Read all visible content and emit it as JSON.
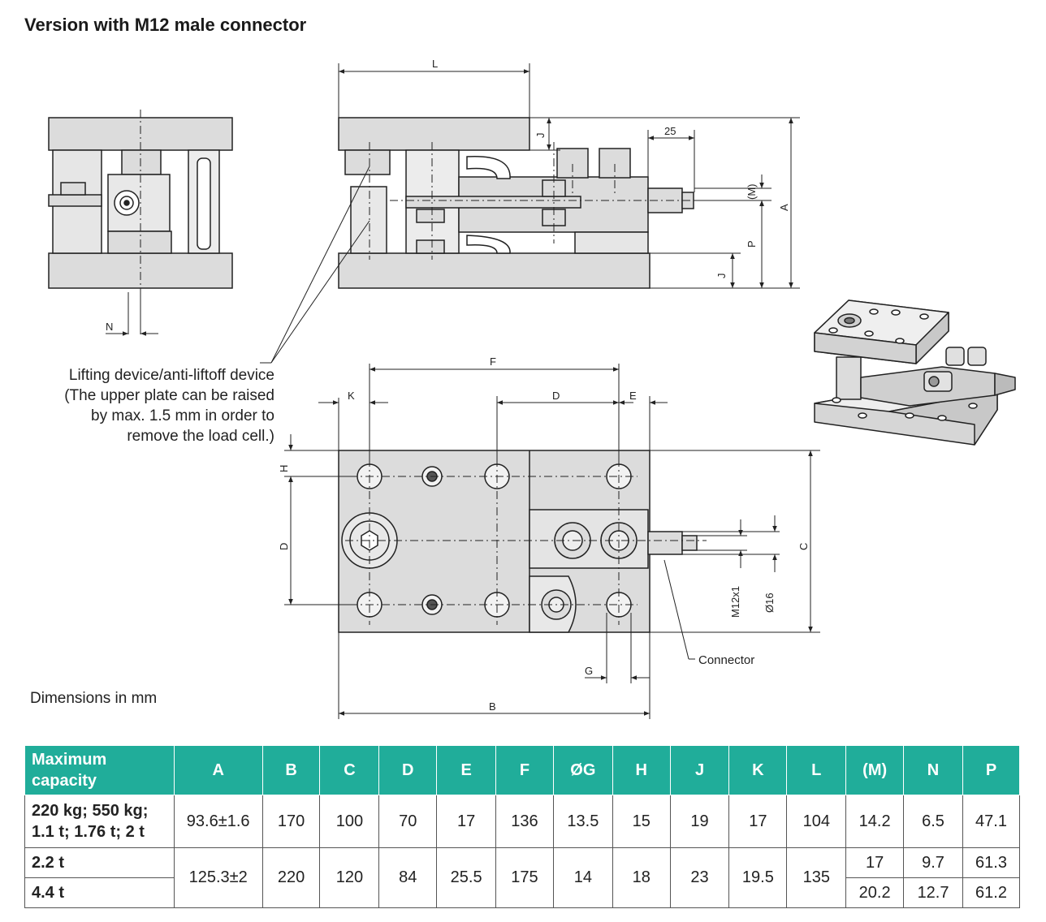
{
  "title": "Version with M12 male connector",
  "note_lines": [
    "Lifting device/anti-liftoff device",
    "(The upper plate can be raised",
    "by max. 1.5 mm in order to",
    "remove the load cell.)"
  ],
  "dims_note": "Dimensions in mm",
  "connector_label": "Connector",
  "dim_labels": {
    "L": "L",
    "J": "J",
    "d25": "25",
    "M": "(M)",
    "A": "A",
    "P": "P",
    "N": "N",
    "F": "F",
    "K": "K",
    "D": "D",
    "E": "E",
    "H": "H",
    "C": "C",
    "G": "G",
    "B": "B",
    "M12x1": "M12x1",
    "d16": "Ø16"
  },
  "table": {
    "header": {
      "capacity": [
        "Maximum",
        "capacity"
      ],
      "cols": [
        "A",
        "B",
        "C",
        "D",
        "E",
        "F",
        "ØG",
        "H",
        "J",
        "K",
        "L",
        "(M)",
        "N",
        "P"
      ]
    },
    "row1": {
      "capacity": [
        "220 kg; 550 kg;",
        "1.1 t; 1.76 t; 2 t"
      ],
      "values": [
        "93.6±1.6",
        "170",
        "100",
        "70",
        "17",
        "136",
        "13.5",
        "15",
        "19",
        "17",
        "104",
        "14.2",
        "6.5",
        "47.1"
      ]
    },
    "row2": {
      "capacity": "2.2 t",
      "shared": [
        "125.3±2",
        "220",
        "120",
        "84",
        "25.5",
        "175",
        "14",
        "18",
        "23",
        "19.5",
        "135"
      ],
      "values": [
        "17",
        "9.7",
        "61.3"
      ]
    },
    "row3": {
      "capacity": "4.4 t",
      "values": [
        "20.2",
        "12.7",
        "61.2"
      ]
    }
  },
  "colors": {
    "header_bg": "#20ad9a",
    "part_fill": "#dcdcdc",
    "line": "#222222"
  }
}
